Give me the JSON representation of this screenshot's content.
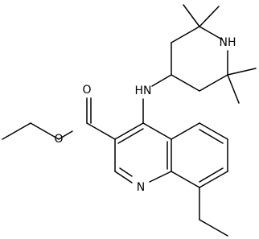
{
  "molecule": {
    "atoms": {
      "amine_nh": "HN",
      "piperidine_nh": "NH",
      "carbonyl_o": "O",
      "ester_o": "O",
      "ring_n": "N"
    }
  }
}
